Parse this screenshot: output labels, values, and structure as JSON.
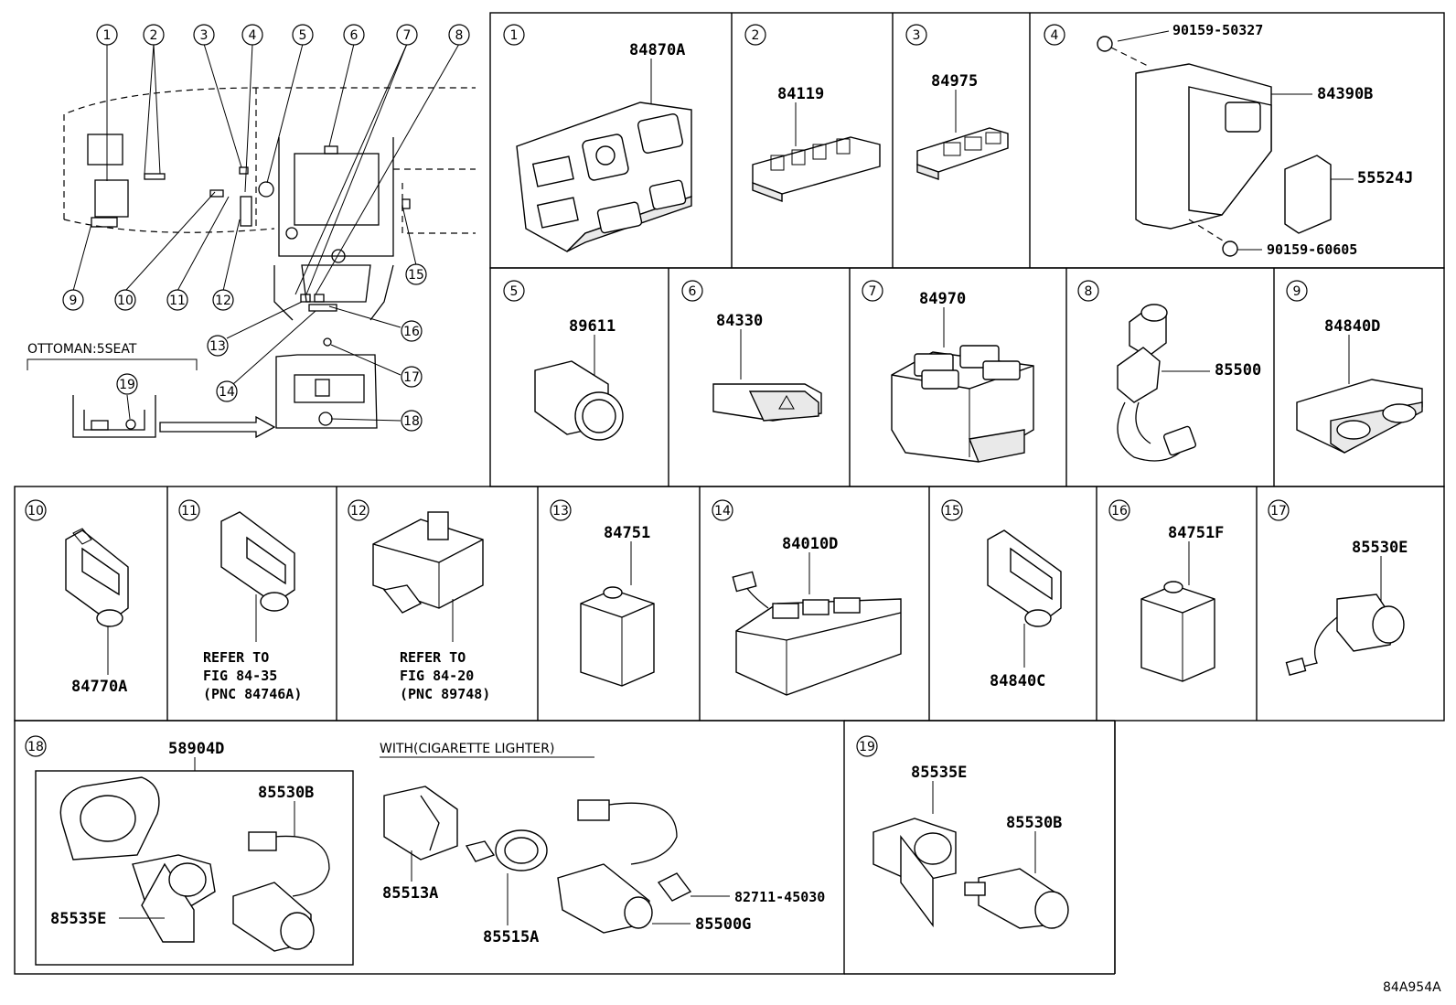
{
  "overview": {
    "callouts": [
      "1",
      "2",
      "3",
      "4",
      "5",
      "6",
      "7",
      "8",
      "9",
      "10",
      "11",
      "12",
      "13",
      "14",
      "15",
      "16",
      "17",
      "18",
      "19"
    ],
    "ottoman_label": "OTTOMAN:5SEAT"
  },
  "cells": {
    "c1": {
      "num": "1",
      "parts": [
        "84870A"
      ]
    },
    "c2": {
      "num": "2",
      "parts": [
        "84119"
      ]
    },
    "c3": {
      "num": "3",
      "parts": [
        "84975"
      ]
    },
    "c4": {
      "num": "4",
      "parts": [
        "90159-50327",
        "84390B",
        "55524J",
        "90159-60605"
      ]
    },
    "c5": {
      "num": "5",
      "parts": [
        "89611"
      ]
    },
    "c6": {
      "num": "6",
      "parts": [
        "84330"
      ]
    },
    "c7": {
      "num": "7",
      "parts": [
        "84970"
      ]
    },
    "c8": {
      "num": "8",
      "parts": [
        "85500"
      ]
    },
    "c9": {
      "num": "9",
      "parts": [
        "84840D"
      ]
    },
    "c10": {
      "num": "10",
      "parts": [
        "84770A"
      ]
    },
    "c11": {
      "num": "11",
      "refer": [
        "REFER TO",
        "FIG 84-35",
        "(PNC 84746A)"
      ]
    },
    "c12": {
      "num": "12",
      "refer": [
        "REFER TO",
        "FIG 84-20",
        "(PNC 89748)"
      ]
    },
    "c13": {
      "num": "13",
      "parts": [
        "84751"
      ]
    },
    "c14": {
      "num": "14",
      "parts": [
        "84010D"
      ]
    },
    "c15": {
      "num": "15",
      "parts": [
        "84840C"
      ]
    },
    "c16": {
      "num": "16",
      "parts": [
        "84751F"
      ]
    },
    "c17": {
      "num": "17",
      "parts": [
        "85530E"
      ]
    },
    "c18": {
      "num": "18",
      "parts": [
        "58904D",
        "85530B",
        "85535E"
      ],
      "with_label": "WITH(CIGARETTE LIGHTER)",
      "with_parts": [
        "85513A",
        "85515A",
        "82711-45030",
        "85500G"
      ]
    },
    "c19": {
      "num": "19",
      "parts": [
        "85535E",
        "85530B"
      ]
    }
  },
  "figure_code": "84A954A"
}
